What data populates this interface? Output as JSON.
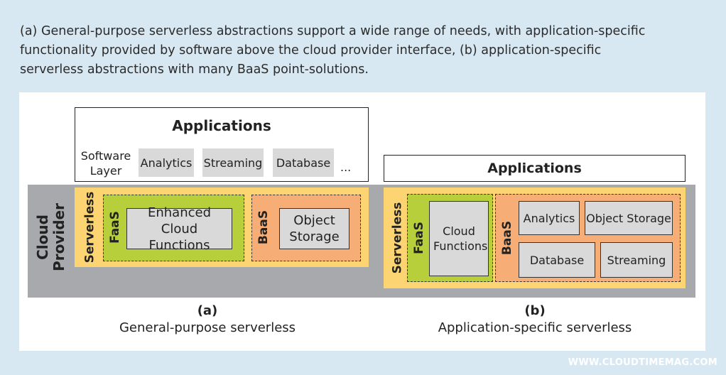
{
  "caption": "(a) General-purpose serverless abstractions support a wide range of needs, with application-specific functionality provided by software above the cloud provider interface, (b) application-specific serverless abstractions with many BaaS point-solutions.",
  "cloud_provider": "Cloud Provider",
  "left": {
    "applications": "Applications",
    "software_layer": "Software Layer",
    "software_items": [
      "Analytics",
      "Streaming",
      "Database",
      "..."
    ],
    "serverless": "Serverless",
    "faas": "FaaS",
    "faas_box": "Enhanced Cloud Functions",
    "baas": "BaaS",
    "baas_box": "Object Storage",
    "label_letter": "(a)",
    "label_text": "General-purpose serverless"
  },
  "right": {
    "applications": "Applications",
    "serverless": "Serverless",
    "faas": "FaaS",
    "faas_box": "Cloud Functions",
    "baas": "BaaS",
    "baas_boxes": [
      "Analytics",
      "Object Storage",
      "Database",
      "Streaming"
    ],
    "label_letter": "(b)",
    "label_text": "Application-specific serverless"
  },
  "watermark": "WWW.CLOUDTIMEMAG.COM",
  "colors": {
    "background": "#d8e8f2",
    "serverless": "#fcd471",
    "faas": "#b6cf3a",
    "baas": "#f7ae76",
    "provider": "#a7a9ac",
    "box": "#d9d9d9"
  }
}
